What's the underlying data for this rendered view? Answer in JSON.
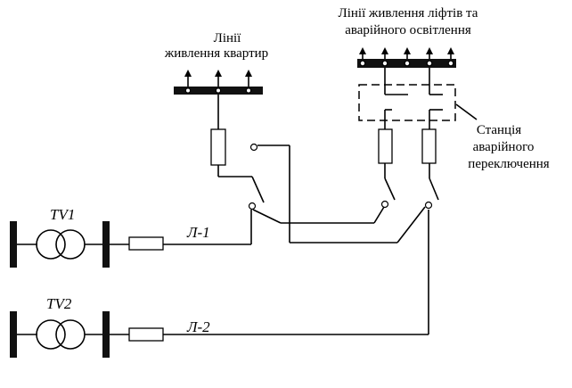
{
  "labels": {
    "apartments": [
      "Лінії",
      "живлення квартир"
    ],
    "lifts": [
      "Лінії живлення ліфтів та",
      "аварійного освітлення"
    ],
    "station": [
      "Станція",
      "аварійного",
      "переключення"
    ],
    "tv1": "TV1",
    "tv2": "TV2",
    "line1": "Л-1",
    "line2": "Л-2"
  }
}
